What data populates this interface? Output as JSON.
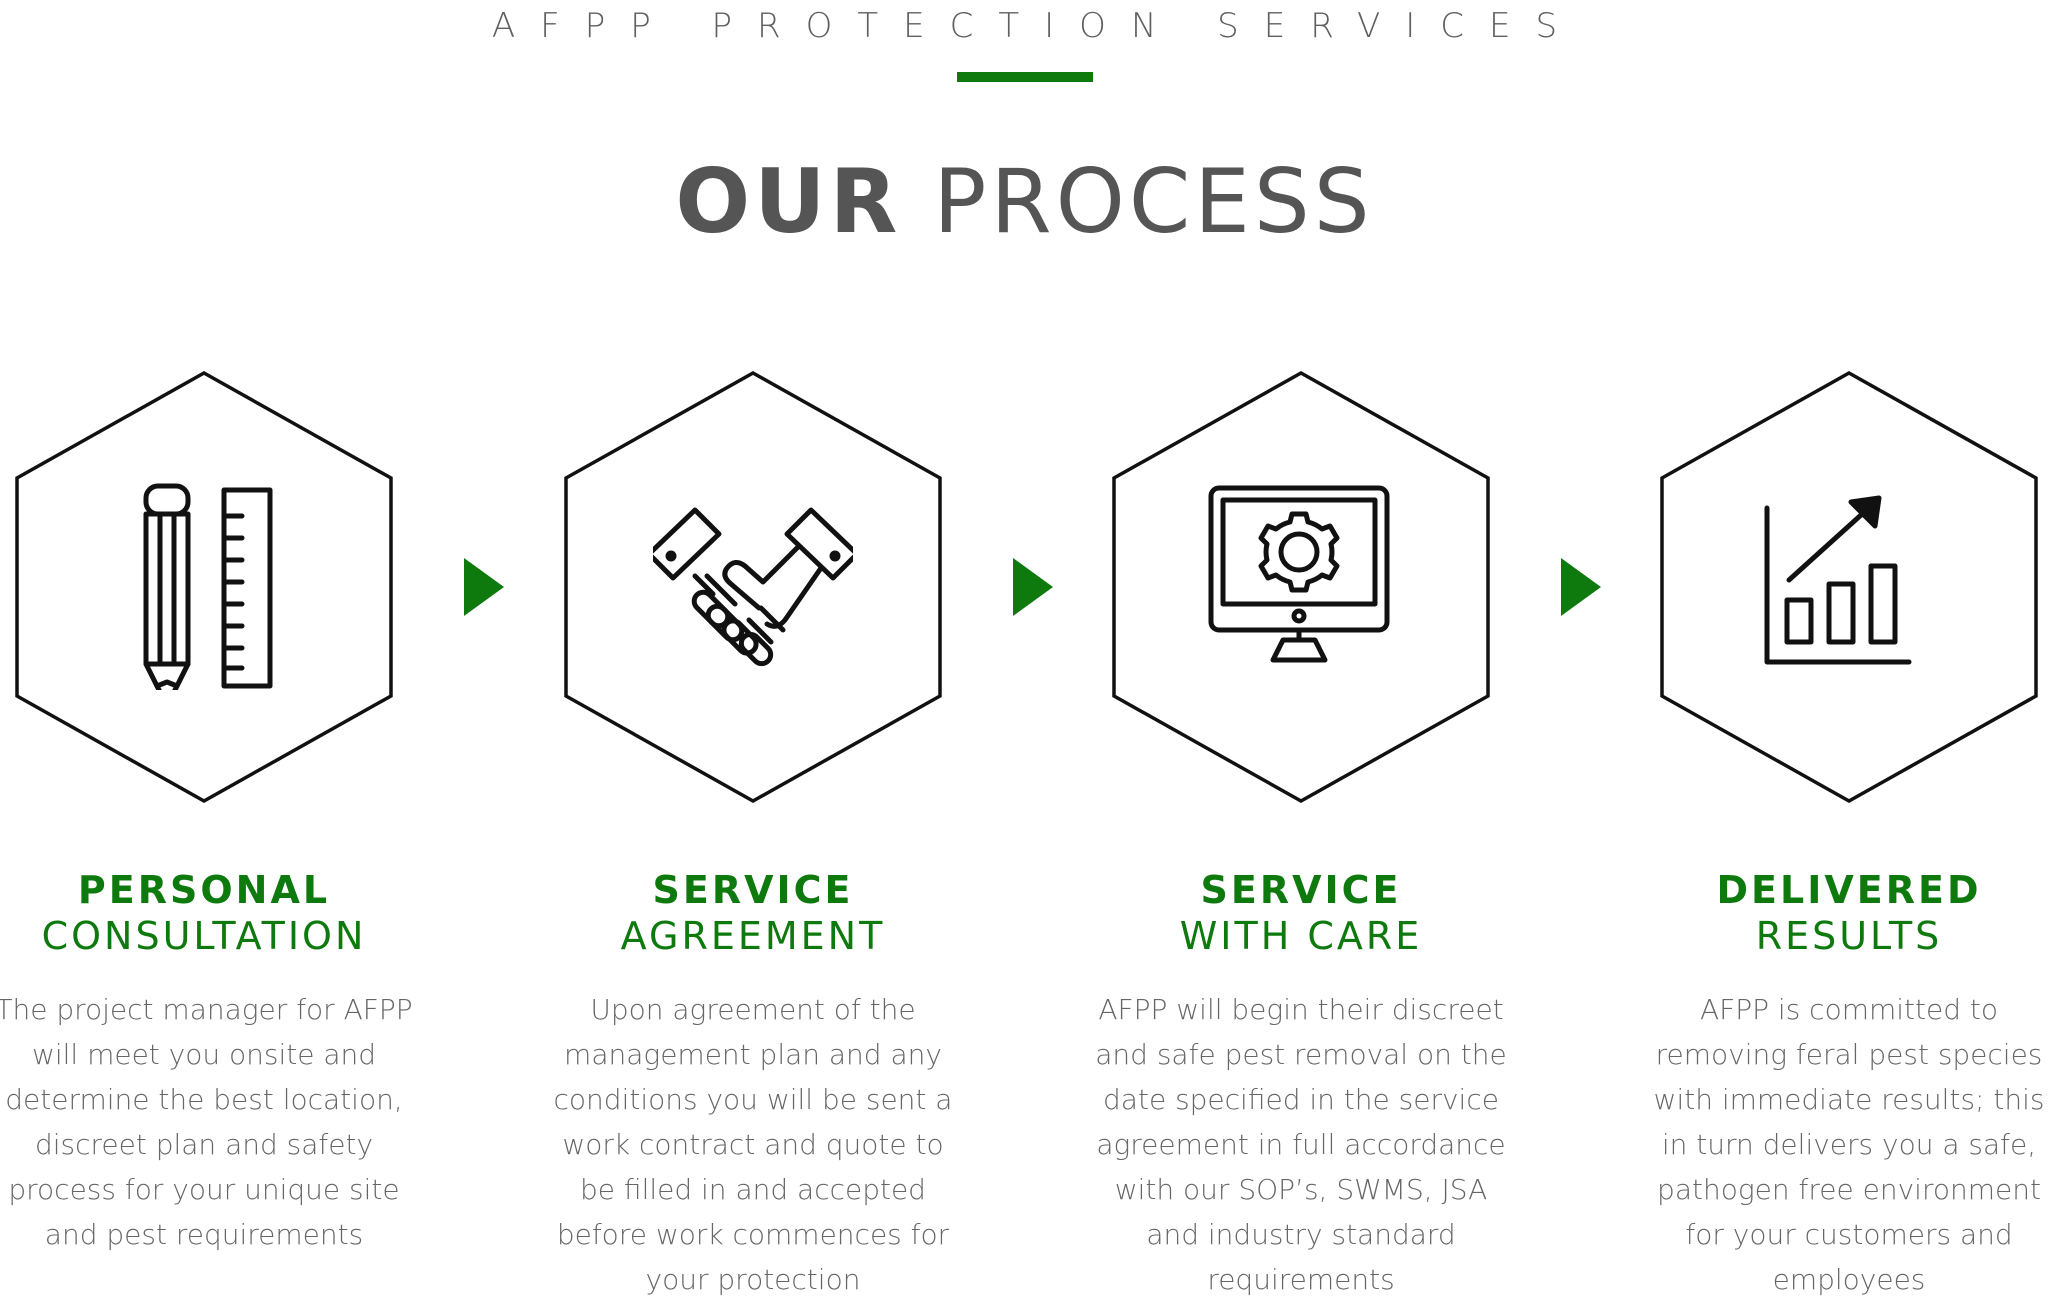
{
  "header": {
    "eyebrow": "AFPP PROTECTION SERVICES",
    "title_bold": "OUR",
    "title_light": "PROCESS"
  },
  "colors": {
    "accent_green": "#0e7a0e",
    "text_gray": "#666666",
    "icon_stroke": "#111111"
  },
  "steps": [
    {
      "icon": "pencil-ruler-icon",
      "title_line1": "PERSONAL",
      "title_line2": "CONSULTATION",
      "description": "The project manager for AFPP will meet you onsite and determine the best location, discreet plan and safety process for your unique site and pest requirements"
    },
    {
      "icon": "handshake-icon",
      "title_line1": "SERVICE",
      "title_line2": "AGREEMENT",
      "description": "Upon agreement of the management plan and any conditions you will be sent a work contract and quote to be filled in and accepted before work commences for your protection"
    },
    {
      "icon": "monitor-gear-icon",
      "title_line1": "SERVICE",
      "title_line2": "WITH CARE",
      "description": "AFPP will begin their discreet and safe pest removal on the date specified in the service agreement in full accordance with our SOP’s, SWMS, JSA and industry standard requirements"
    },
    {
      "icon": "growth-chart-icon",
      "title_line1": "DELIVERED",
      "title_line2": "RESULTS",
      "description": "AFPP is committed to removing feral pest species with immediate results; this in turn delivers you a safe, pathogen free environment for your customers and employees"
    }
  ]
}
